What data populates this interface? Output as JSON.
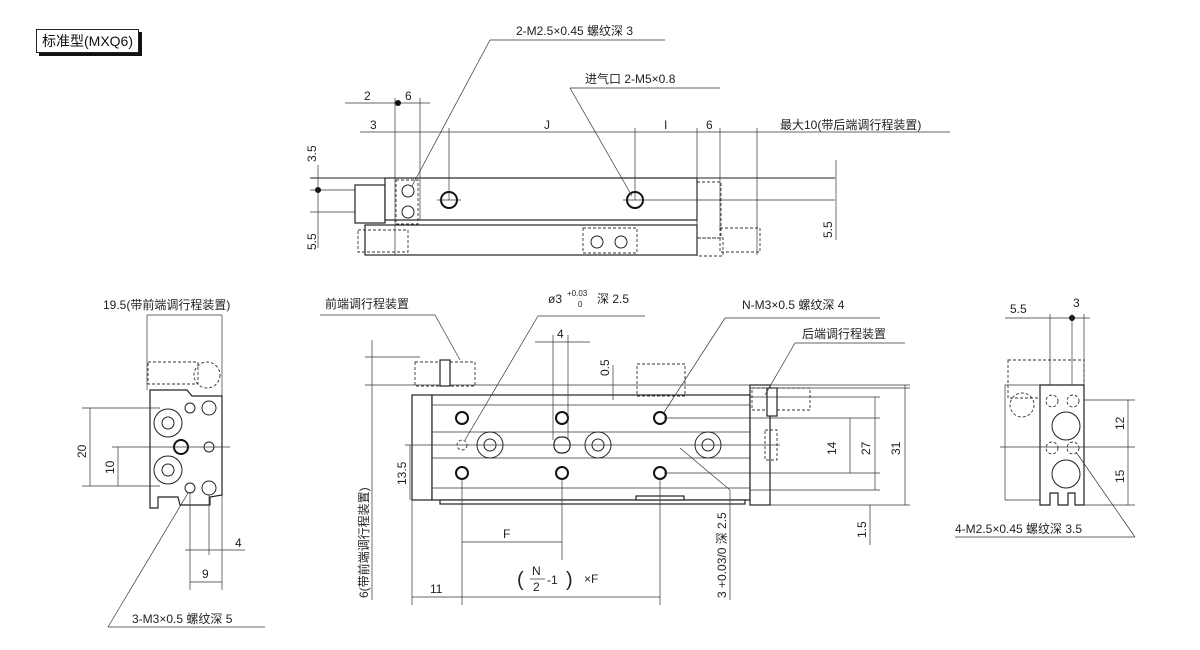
{
  "title": "标准型(MXQ6)",
  "top_view": {
    "thread_note": "2-M2.5×0.45 螺纹深 3",
    "port_note": "进气口 2-M5×0.8",
    "dim_2": "2",
    "dim_6_left": "6",
    "dim_3": "3",
    "dim_J": "J",
    "dim_I": "I",
    "dim_6_right": "6",
    "max_note": "最大10(带后端调行程装置)",
    "dim_3_5": "3.5",
    "dim_5_5_left": "5.5",
    "dim_5_5_right": "5.5"
  },
  "front_view": {
    "front_adjuster": "前端调行程装置",
    "pin_hole_note": "ø3",
    "pin_tol_upper": "+0.03",
    "pin_tol_lower": "0",
    "pin_depth": "深 2.5",
    "tap_note": "N-M3×0.5 螺纹深 4",
    "rear_adjuster": "后端调行程装置",
    "dim_4": "4",
    "dim_0_5": "0.5",
    "dim_14": "14",
    "dim_27": "27",
    "dim_31": "31",
    "dim_1_5": "1.5",
    "dim_13_5": "13.5",
    "dim_F": "F",
    "pitch_N": "N",
    "pitch_2": "2",
    "pitch_minus1": "-1",
    "pitch_xF": "×F",
    "dim_11": "11",
    "bottom_pin_note": "3 +0.03/0 深 2.5",
    "front_adj_dim": "6(带前端调行程装置)"
  },
  "left_view": {
    "top_note": "19.5(带前端调行程装置)",
    "dim_20": "20",
    "dim_10": "10",
    "dim_4": "4",
    "dim_9": "9",
    "thread_note": "3-M3×0.5 螺纹深 5"
  },
  "right_view": {
    "dim_5_5": "5.5",
    "dim_3": "3",
    "dim_12": "12",
    "dim_15": "15",
    "thread_note": "4-M2.5×0.45 螺纹深 3.5"
  }
}
